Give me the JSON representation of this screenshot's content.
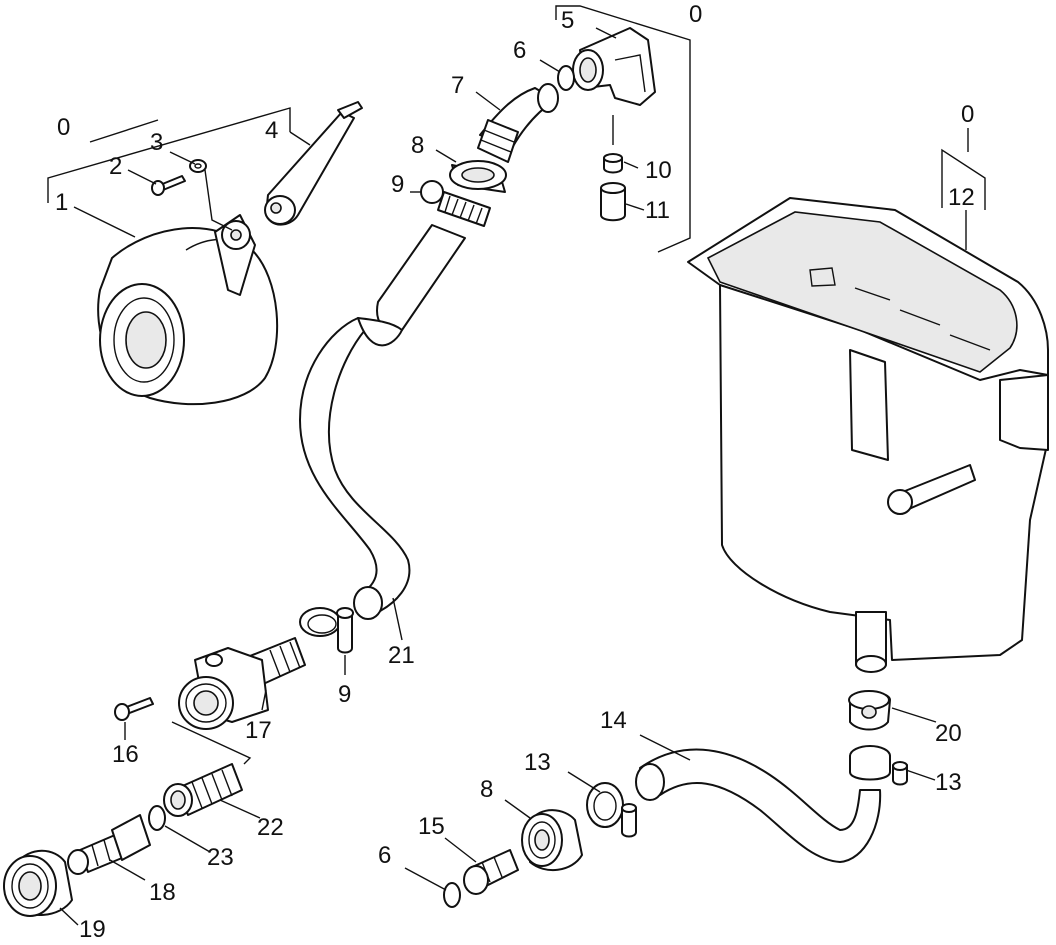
{
  "labels": [
    {
      "key": "p0a",
      "text": "0"
    },
    {
      "key": "p1",
      "text": "1"
    },
    {
      "key": "p2",
      "text": "2"
    },
    {
      "key": "p3",
      "text": "3"
    },
    {
      "key": "p4",
      "text": "4"
    },
    {
      "key": "p0b",
      "text": "0"
    },
    {
      "key": "p5",
      "text": "5"
    },
    {
      "key": "p6a",
      "text": "6"
    },
    {
      "key": "p7",
      "text": "7"
    },
    {
      "key": "p8a",
      "text": "8"
    },
    {
      "key": "p9a",
      "text": "9"
    },
    {
      "key": "p10",
      "text": "10"
    },
    {
      "key": "p11",
      "text": "11"
    },
    {
      "key": "p0c",
      "text": "0"
    },
    {
      "key": "p12",
      "text": "12"
    },
    {
      "key": "p21",
      "text": "21"
    },
    {
      "key": "p9b",
      "text": "9"
    },
    {
      "key": "p17",
      "text": "17"
    },
    {
      "key": "p16",
      "text": "16"
    },
    {
      "key": "p22",
      "text": "22"
    },
    {
      "key": "p23",
      "text": "23"
    },
    {
      "key": "p18",
      "text": "18"
    },
    {
      "key": "p19",
      "text": "19"
    },
    {
      "key": "p14",
      "text": "14"
    },
    {
      "key": "p20",
      "text": "20"
    },
    {
      "key": "p13a",
      "text": "13"
    },
    {
      "key": "p13b",
      "text": "13"
    },
    {
      "key": "p8b",
      "text": "8"
    },
    {
      "key": "p15",
      "text": "15"
    },
    {
      "key": "p6b",
      "text": "6"
    }
  ]
}
